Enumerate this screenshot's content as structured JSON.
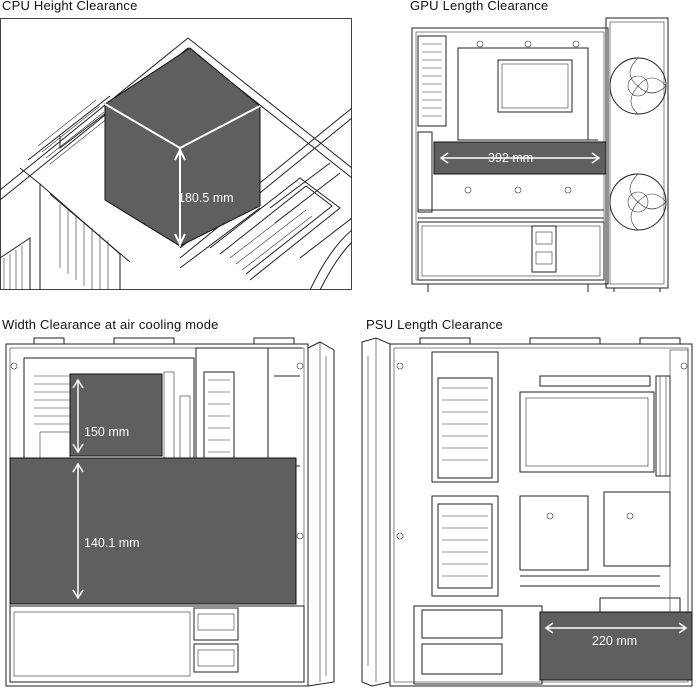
{
  "panels": {
    "cpu": {
      "title": "CPU Height Clearance",
      "value": "180.5 mm"
    },
    "gpu": {
      "title": "GPU Length Clearance",
      "value": "392 mm"
    },
    "width": {
      "title": "Width Clearance at air cooling mode",
      "value_cooler": "150 mm",
      "value_width": "140.1 mm"
    },
    "psu": {
      "title": "PSU Length Clearance",
      "value": "220 mm"
    }
  },
  "colors": {
    "block": "#5f5f5f",
    "line": "#222222",
    "arrow": "#ffffff"
  }
}
